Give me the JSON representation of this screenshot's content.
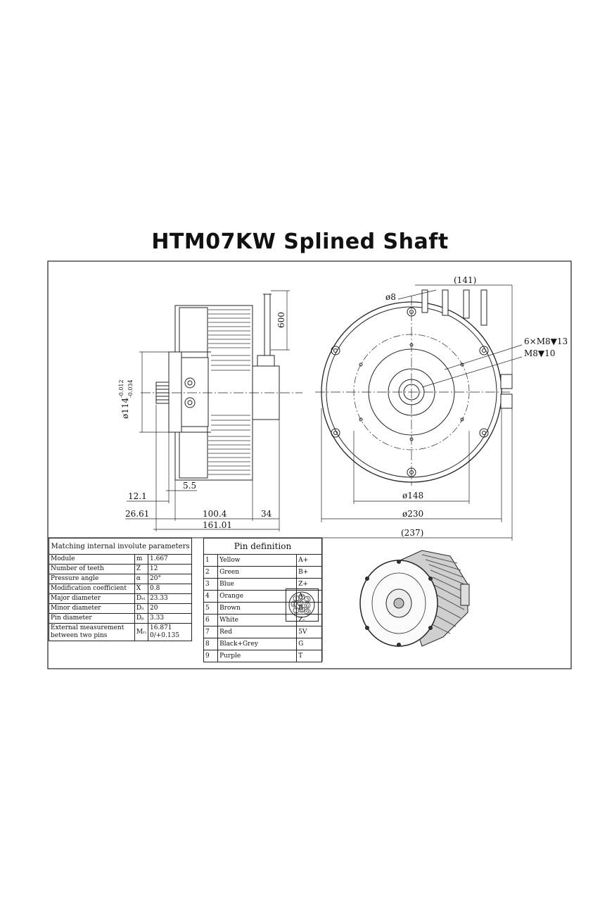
{
  "title": "HTM07KW Splined Shaft",
  "side_view_dims": {
    "cable_length": "600",
    "diameter": "ø114",
    "diameter_tol_upper": "-0.012",
    "diameter_tol_lower": "-0.034",
    "d_5_5": "5.5",
    "d_12_1": "12.1",
    "d_26_61": "26.61",
    "d_100_4": "100.4",
    "d_34": "34",
    "d_161_01": "161.01"
  },
  "front_view_dims": {
    "d_141": "(141)",
    "hole_8": "ø8",
    "bolt_6": "6×M8▼13",
    "bolt_m8": "M8▼10",
    "d_148": "ø148",
    "d_230": "ø230",
    "d_237": "(237)"
  },
  "params_table": {
    "header": "Matching internal involute parameters",
    "rows": [
      {
        "name": "Module",
        "sym": "m",
        "val": "1.667"
      },
      {
        "name": "Number of teeth",
        "sym": "Z",
        "val": "12"
      },
      {
        "name": "Pressure angle",
        "sym": "α",
        "val": "20°"
      },
      {
        "name": "Modification coefficient",
        "sym": "X",
        "val": "0.8"
      },
      {
        "name": "Major diameter",
        "sym": "Dₑᵢ",
        "val": "23.33"
      },
      {
        "name": "Minor diameter",
        "sym": "Dᵢᵢ",
        "val": "20"
      },
      {
        "name": "Pin diameter",
        "sym": "Dₚ",
        "val": "3.33"
      },
      {
        "name": "External measurement between two pins",
        "sym": "Mᵣᵢ",
        "val": "16.871 0/+0.135"
      }
    ]
  },
  "pins_table": {
    "header": "Pin definition",
    "rows": [
      {
        "num": "1",
        "color": "Yellow",
        "sig": "A+"
      },
      {
        "num": "2",
        "color": "Green",
        "sig": "B+"
      },
      {
        "num": "3",
        "color": "Blue",
        "sig": "Z+"
      },
      {
        "num": "4",
        "color": "Orange",
        "sig": "A-"
      },
      {
        "num": "5",
        "color": "Brown",
        "sig": "B-"
      },
      {
        "num": "6",
        "color": "White",
        "sig": "Z-"
      },
      {
        "num": "7",
        "color": "Red",
        "sig": "5V"
      },
      {
        "num": "8",
        "color": "Black+Grey",
        "sig": "G"
      },
      {
        "num": "9",
        "color": "Purple",
        "sig": "T"
      }
    ]
  },
  "connector_pins": [
    "1",
    "2",
    "3",
    "4",
    "5",
    "6",
    "7",
    "8",
    "9"
  ]
}
